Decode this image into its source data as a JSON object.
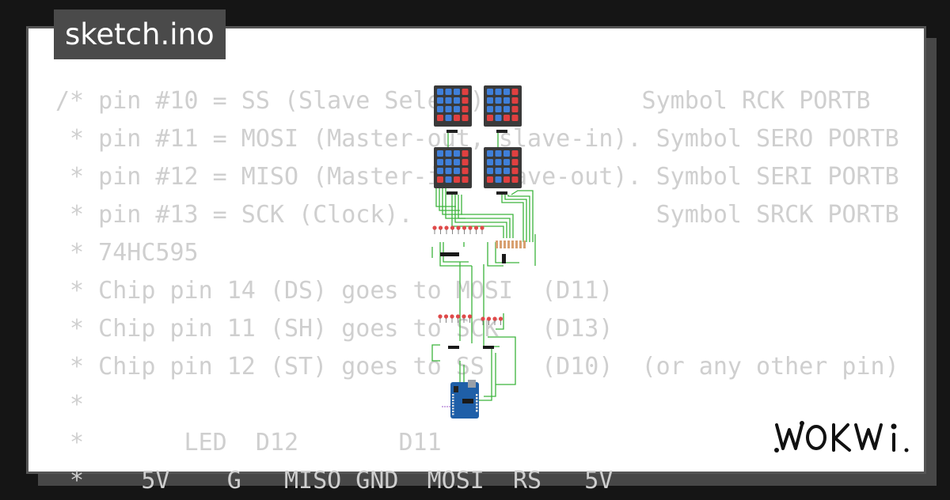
{
  "header": {
    "title": "sketch.ino"
  },
  "code": {
    "lines": [
      "/* pin #10 = SS (Slave Select)           Symbol RCK PORTB",
      " * pin #11 = MOSI (Master-out, slave-in). Symbol SERO PORTB",
      " * pin #12 = MISO (Master-in, slave-out). Symbol SERI PORTB",
      " * pin #13 = SCK (Clock).                 Symbol SRCK PORTB",
      " * 74HC595",
      " * Chip pin 14 (DS) goes to MOSI  (D11)",
      " * Chip pin 11 (SH) goes to SCK   (D13)",
      " * Chip pin 12 (ST) goes to SS    (D10)  (or any other pin)",
      " *",
      " *       LED  D12       D11",
      " *    5V    G   MISO GND  MOSI  RS   5V"
    ]
  },
  "logo": {
    "name": "wokwi-logo",
    "text": "WOKWI"
  },
  "keypad": {
    "keys": [
      "1",
      "2",
      "3",
      "A",
      "4",
      "5",
      "6",
      "B",
      "7",
      "8",
      "9",
      "C",
      "*",
      "0",
      "#",
      "D"
    ],
    "colors": {
      "number_key": "#3f7fd9",
      "letter_key": "#e04040",
      "body": "#3a3a3a"
    }
  },
  "colors": {
    "background": "#151515",
    "card": "#ffffff",
    "code_text": "#cfcfcf",
    "tab": "#4a4a4a",
    "wire": "#3cb43c",
    "arduino": "#1f5fa8"
  }
}
